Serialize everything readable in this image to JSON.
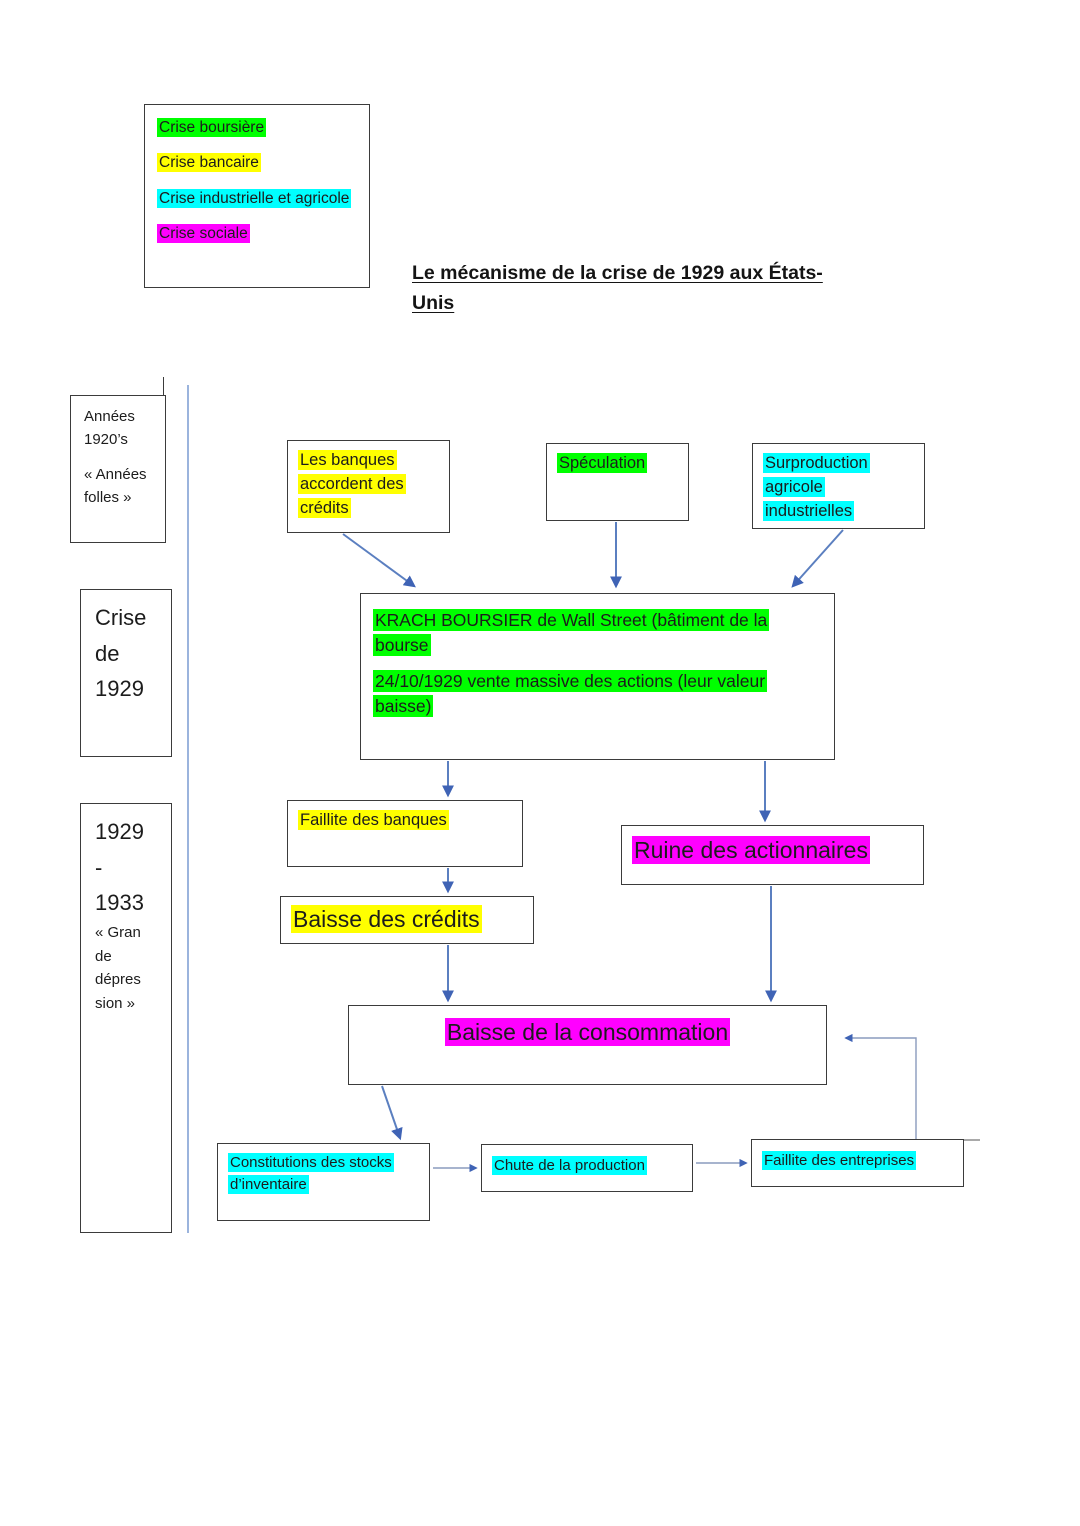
{
  "document": {
    "title": "Le mécanisme de la crise de 1929 aux États-Unis",
    "title_line1": "Le mécanisme de la crise de 1929 aux États-",
    "title_line2": "Unis"
  },
  "legend": {
    "name": "legend-box",
    "items": [
      {
        "label": "Crise boursière",
        "color": "#00ff00",
        "color_name": "green"
      },
      {
        "label": "Crise bancaire",
        "color": "#ffff00",
        "color_name": "yellow"
      },
      {
        "label": "Crise industrielle et agricole",
        "color": "#00ffff",
        "color_name": "cyan"
      },
      {
        "label": "Crise sociale",
        "color": "#ff00ff",
        "color_name": "magenta"
      }
    ]
  },
  "timeline": {
    "periods": [
      {
        "id": "annees-1920",
        "line1": "Années",
        "line2": "1920’s",
        "line3": "« Années",
        "line4": "folles »"
      },
      {
        "id": "crise-1929",
        "line1": "Crise",
        "line2": "de",
        "line3": "1929"
      },
      {
        "id": "1929-1933",
        "line1": "1929",
        "line2": "-",
        "line3": "1933",
        "line4": "« Gran",
        "line5": "de",
        "line6": "dépres",
        "line7": "sion »"
      }
    ]
  },
  "flow": {
    "banques": {
      "text": "Les banques accordent des crédits",
      "highlight": "#ffff00"
    },
    "speculation": {
      "text": "Spéculation",
      "highlight": "#00ff00"
    },
    "surproduction": {
      "line1": "Surproduction",
      "line2": "agricole",
      "line3": "industrielles",
      "highlight": "#00ffff"
    },
    "krach": {
      "para1": "KRACH BOURSIER de Wall Street (bâtiment de la bourse",
      "para2": "24/10/1929 vente massive des actions (leur valeur baisse)",
      "highlight": "#00ff00"
    },
    "faillite_banques": {
      "text": "Faillite des banques",
      "highlight": "#ffff00"
    },
    "baisse_credits": {
      "text": "Baisse des crédits",
      "highlight": "#ffff00"
    },
    "ruine_actionnaires": {
      "text": "Ruine des actionnaires",
      "highlight": "#ff00ff"
    },
    "baisse_consommation": {
      "text": "Baisse de la consommation",
      "highlight": "#ff00ff"
    },
    "stocks": {
      "line1": "Constitutions des stocks",
      "line2": "d’inventaire",
      "highlight": "#00ffff"
    },
    "chute_production": {
      "text": "Chute de la production",
      "highlight": "#00ffff"
    },
    "faillite_entreprises": {
      "text": "Faillite des entreprises",
      "highlight": "#00ffff"
    }
  },
  "colors": {
    "arrow": "#5b7fc0",
    "arrow_head": "#3f63b5",
    "box_border": "#3b3b3b",
    "timeline_axis": "#9bb4dd"
  }
}
